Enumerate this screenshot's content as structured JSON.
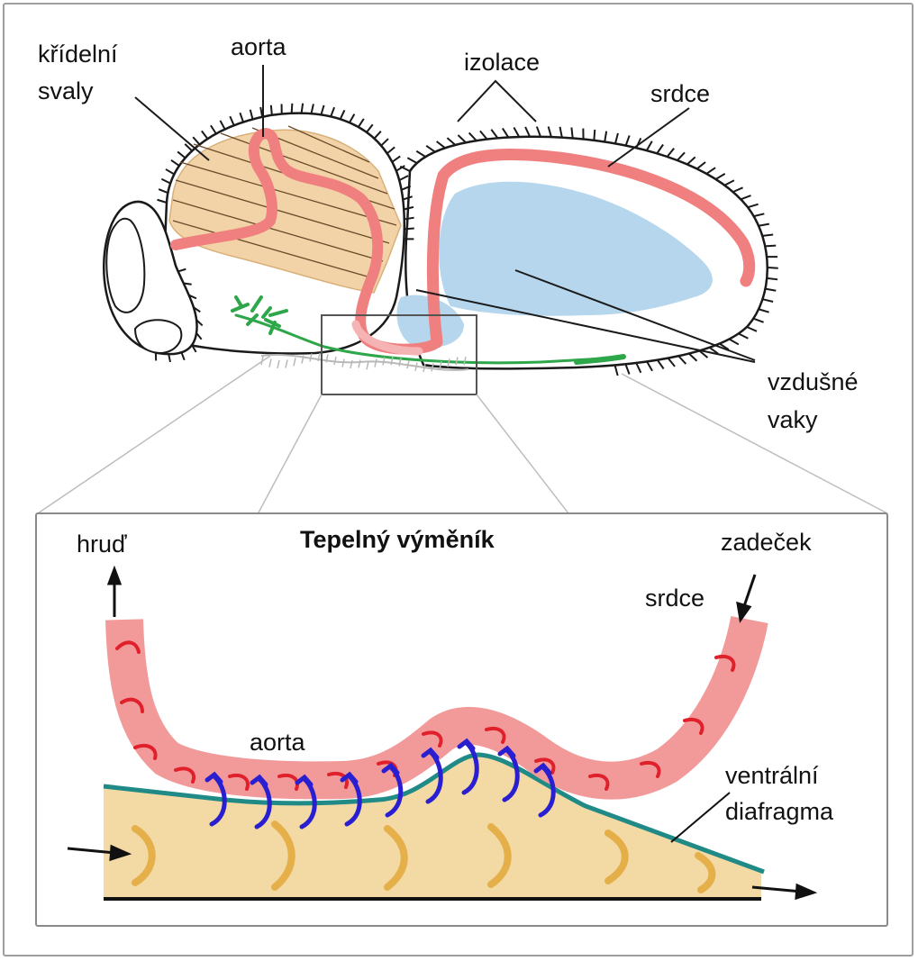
{
  "labels": {
    "wing_muscles_1": "křídelní",
    "wing_muscles_2": "svaly",
    "aorta_top": "aorta",
    "insulation": "izolace",
    "heart_top": "srdce",
    "air_sacs_1": "vzdušné",
    "air_sacs_2": "vaky",
    "thorax": "hruď",
    "heat_exchanger_title": "Tepelný výměník",
    "abdomen": "zadeček",
    "heart_bottom": "srdce",
    "aorta_bottom": "aorta",
    "ventral_1": "ventrální",
    "ventral_2": "diafragma"
  },
  "colors": {
    "muscle": "#f2d3a7",
    "aorta": "#f08080",
    "aorta_light": "#f6b3b3",
    "air_sac": "#b5d6ec",
    "nerve": "#2ea64a",
    "blood_chevron": "#e0202a",
    "heat_arrow": "#2a1fd0",
    "diaphragm": "#1f8a86",
    "tissue": "#f3d9a4",
    "tissue_chevron": "#e2a73a"
  }
}
